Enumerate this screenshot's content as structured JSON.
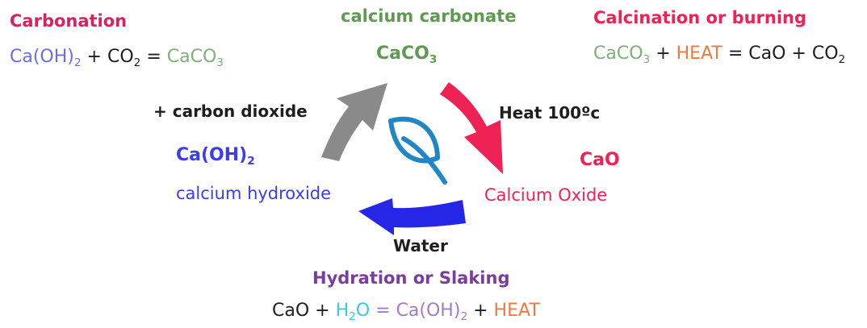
{
  "carbonation": {
    "title": "Carbonation",
    "eq": {
      "r1": "Ca(OH)",
      "r1_sub": "2",
      "plus": " + CO",
      "co2_sub": "2",
      "eq": " = ",
      "p1": "CaCO",
      "p1_sub": "3"
    }
  },
  "calcium_carbonate": {
    "name": "calcium carbonate",
    "formula": "CaCO",
    "formula_sub": "3"
  },
  "calcination": {
    "title": "Calcination or burning",
    "eq": {
      "r1": "CaCO",
      "r1_sub": "3",
      "plus1": " + ",
      "heat": "HEAT",
      "eq": " = CaO + CO",
      "co2_sub": "2"
    }
  },
  "arrow_labels": {
    "carbon_dioxide": "+ carbon dioxide",
    "heat": "Heat 100ºc",
    "water": "Water"
  },
  "calcium_hydroxide": {
    "formula": "Ca(OH)",
    "formula_sub": "2",
    "name": "calcium hydroxide"
  },
  "calcium_oxide": {
    "formula": "CaO",
    "name": "Calcium Oxide"
  },
  "hydration": {
    "title": "Hydration or Slaking",
    "eq": {
      "r1": "CaO + ",
      "h": "H",
      "h_sub": "2",
      "o": "O",
      "eq": " = ",
      "p1": "Ca(OH)",
      "p1_sub": "2",
      "plus": " + ",
      "heat": "HEAT"
    }
  },
  "colors": {
    "carbonation_title": "#d8225f",
    "calcination_title": "#ef2255",
    "green": "#5f9a52",
    "blue": "#3c3cf0",
    "purple": "#7a3c9e",
    "orange": "#ef7a3e",
    "cyan": "#39c8e8",
    "arrow_grey": "#8a8a8a",
    "arrow_red": "#ef2255",
    "arrow_blue": "#2626e6",
    "leaf": "#1f86c7"
  },
  "icons": {
    "center": "leaf-icon",
    "arrows": [
      "grey-arrow-icon",
      "red-arrow-icon",
      "blue-arrow-icon"
    ]
  }
}
